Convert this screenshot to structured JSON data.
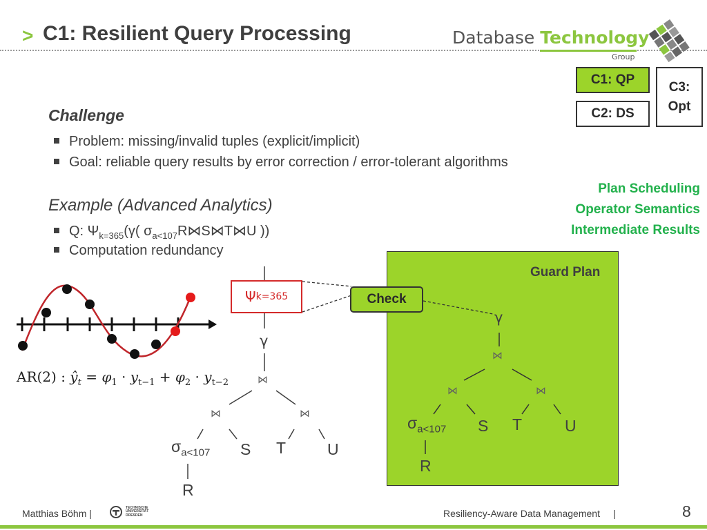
{
  "header": {
    "chevron": ">",
    "title": "C1: Resilient Query Processing",
    "brand_database": "Database",
    "brand_technology": "Technology",
    "brand_group": "Group"
  },
  "topic_boxes": {
    "c1": "C1: QP",
    "c2": "C2: DS",
    "c3_line1": "C3:",
    "c3_line2": "Opt",
    "active_color": "#9cd42a"
  },
  "challenge": {
    "heading": "Challenge",
    "bullets": [
      "Problem: missing/invalid tuples (explicit/implicit)",
      "Goal: reliable query results by error correction / error-tolerant  algorithms"
    ]
  },
  "example": {
    "heading": "Example (Advanced Analytics)",
    "q_prefix": "Q: Ψ",
    "q_sub1": "k=365",
    "q_mid": "(γ( σ",
    "q_sub2": "a<107",
    "q_suffix": "R⋈S⋈T⋈U ))",
    "bullet2": "Computation redundancy"
  },
  "aspects": [
    "Plan Scheduling",
    "Operator Semantics",
    "Intermediate Results"
  ],
  "diagram": {
    "psi": "Ψ",
    "psi_sub": "k=365",
    "gamma": "γ",
    "join": "⋈",
    "sigma": "σ",
    "sigma_sub": "a<107",
    "leaves": [
      "R",
      "S",
      "T",
      "U"
    ],
    "check_label": "Check",
    "guard_title": "Guard Plan",
    "ar_label": "AR(2) :",
    "accent_red": "#d42a2a",
    "accent_green": "#9cd42a"
  },
  "footer": {
    "author": "Matthias Böhm |",
    "tu_line1": "TECHNISCHE",
    "tu_line2": "UNIVERSITÄT",
    "tu_line3": "DRESDEN",
    "center": "Resiliency-Aware Data Management     |",
    "page": "8"
  }
}
